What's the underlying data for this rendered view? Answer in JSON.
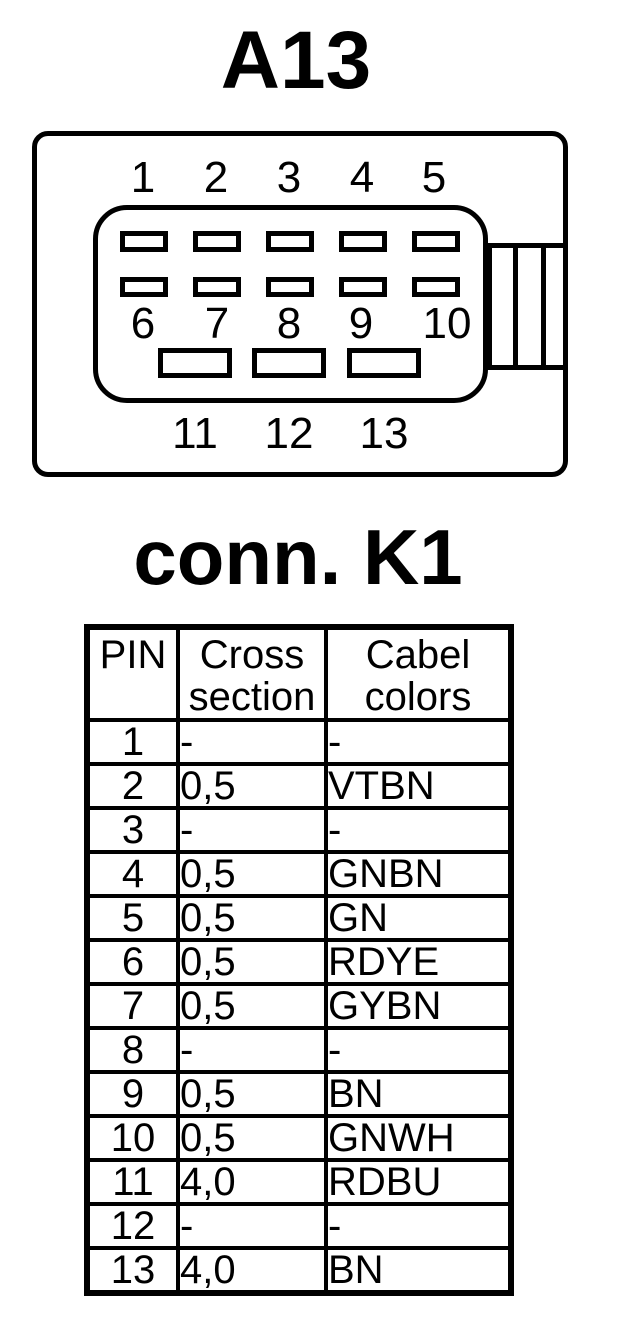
{
  "page": {
    "background": "#ffffff",
    "ink": "#000000"
  },
  "connector": {
    "title": "A13",
    "pin_labels_top": [
      "1",
      "2",
      "3",
      "4",
      "5"
    ],
    "pin_labels_middle": [
      "6",
      "7",
      "8",
      "9",
      "10"
    ],
    "pin_labels_bottom": [
      "11",
      "12",
      "13"
    ]
  },
  "table_section": {
    "title": "conn. K1",
    "headers": {
      "pin": "PIN",
      "cross_line1": "Cross",
      "cross_line2": "section",
      "colors_line1": "Cabel",
      "colors_line2": "colors"
    },
    "rows": [
      {
        "pin": "1",
        "cross": "-",
        "color": "-"
      },
      {
        "pin": "2",
        "cross": "0,5",
        "color": "VTBN"
      },
      {
        "pin": "3",
        "cross": "-",
        "color": "-"
      },
      {
        "pin": "4",
        "cross": "0,5",
        "color": "GNBN"
      },
      {
        "pin": "5",
        "cross": "0,5",
        "color": "GN"
      },
      {
        "pin": "6",
        "cross": "0,5",
        "color": "RDYE"
      },
      {
        "pin": "7",
        "cross": "0,5",
        "color": "GYBN"
      },
      {
        "pin": "8",
        "cross": "-",
        "color": "-"
      },
      {
        "pin": "9",
        "cross": "0,5",
        "color": "BN"
      },
      {
        "pin": "10",
        "cross": "0,5",
        "color": "GNWH"
      },
      {
        "pin": "11",
        "cross": "4,0",
        "color": "RDBU"
      },
      {
        "pin": "12",
        "cross": "-",
        "color": "-"
      },
      {
        "pin": "13",
        "cross": "4,0",
        "color": "BN"
      }
    ]
  }
}
